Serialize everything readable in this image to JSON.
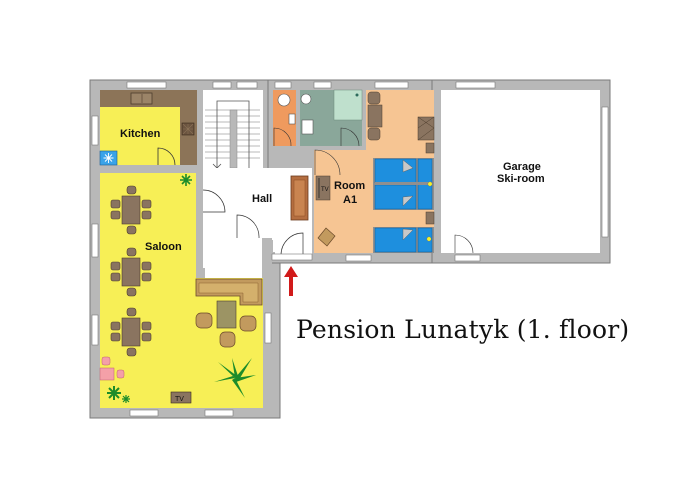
{
  "title": "Pension Lunatyk (1. floor)",
  "rooms": {
    "kitchen": "Kitchen",
    "saloon": "Saloon",
    "hall": "Hall",
    "room_a1_line1": "Room",
    "room_a1_line2": "A1",
    "garage_line1": "Garage",
    "garage_line2": "Ski-room"
  },
  "labels": {
    "tv_saloon": "TV",
    "tv_room": "TV"
  },
  "icons": [
    "entrance-arrow-icon",
    "plant-icon",
    "fan-icon",
    "toilet-icon",
    "shower-icon",
    "bed-icon",
    "lamp-icon",
    "stairs-icon"
  ],
  "colors": {
    "wall": "#b8b8b8",
    "wall_outline": "#7a7a7a",
    "kitchen_floor": "#f7ef56",
    "kitchen_counter": "#8c7458",
    "saloon_floor": "#f7ef56",
    "room_a1_floor": "#f6c593",
    "wc_floor": "#ef9a5e",
    "bathroom_floor": "#8aa79a",
    "bed": "#1e8fde",
    "furniture": "#8a7460",
    "entrance_arrow": "#d11a1a",
    "plant": "#1c8c2a"
  }
}
